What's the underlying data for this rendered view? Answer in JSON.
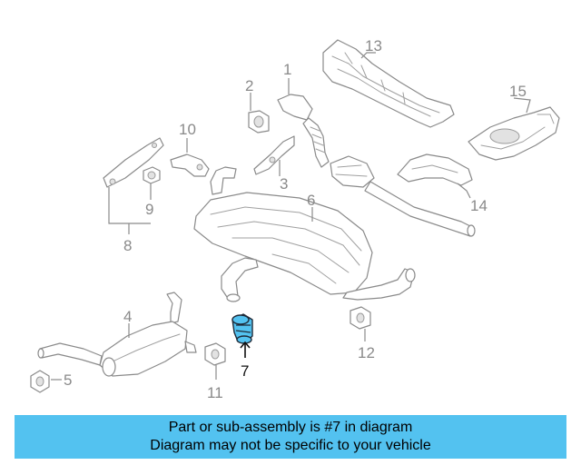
{
  "callouts": {
    "c1": "1",
    "c2": "2",
    "c3": "3",
    "c4": "4",
    "c5": "5",
    "c6": "6",
    "c7": "7",
    "c8": "8",
    "c9": "9",
    "c10": "10",
    "c11": "11",
    "c12": "12",
    "c13": "13",
    "c14": "14",
    "c15": "15"
  },
  "highlighted_part": "7",
  "colors": {
    "highlight": "#53c2f0",
    "banner": "#53c2f0",
    "line_art": "#8a8a8a"
  },
  "banner": {
    "line1": "Part or sub-assembly is #7 in diagram",
    "line2": "Diagram may not be specific to your vehicle"
  }
}
